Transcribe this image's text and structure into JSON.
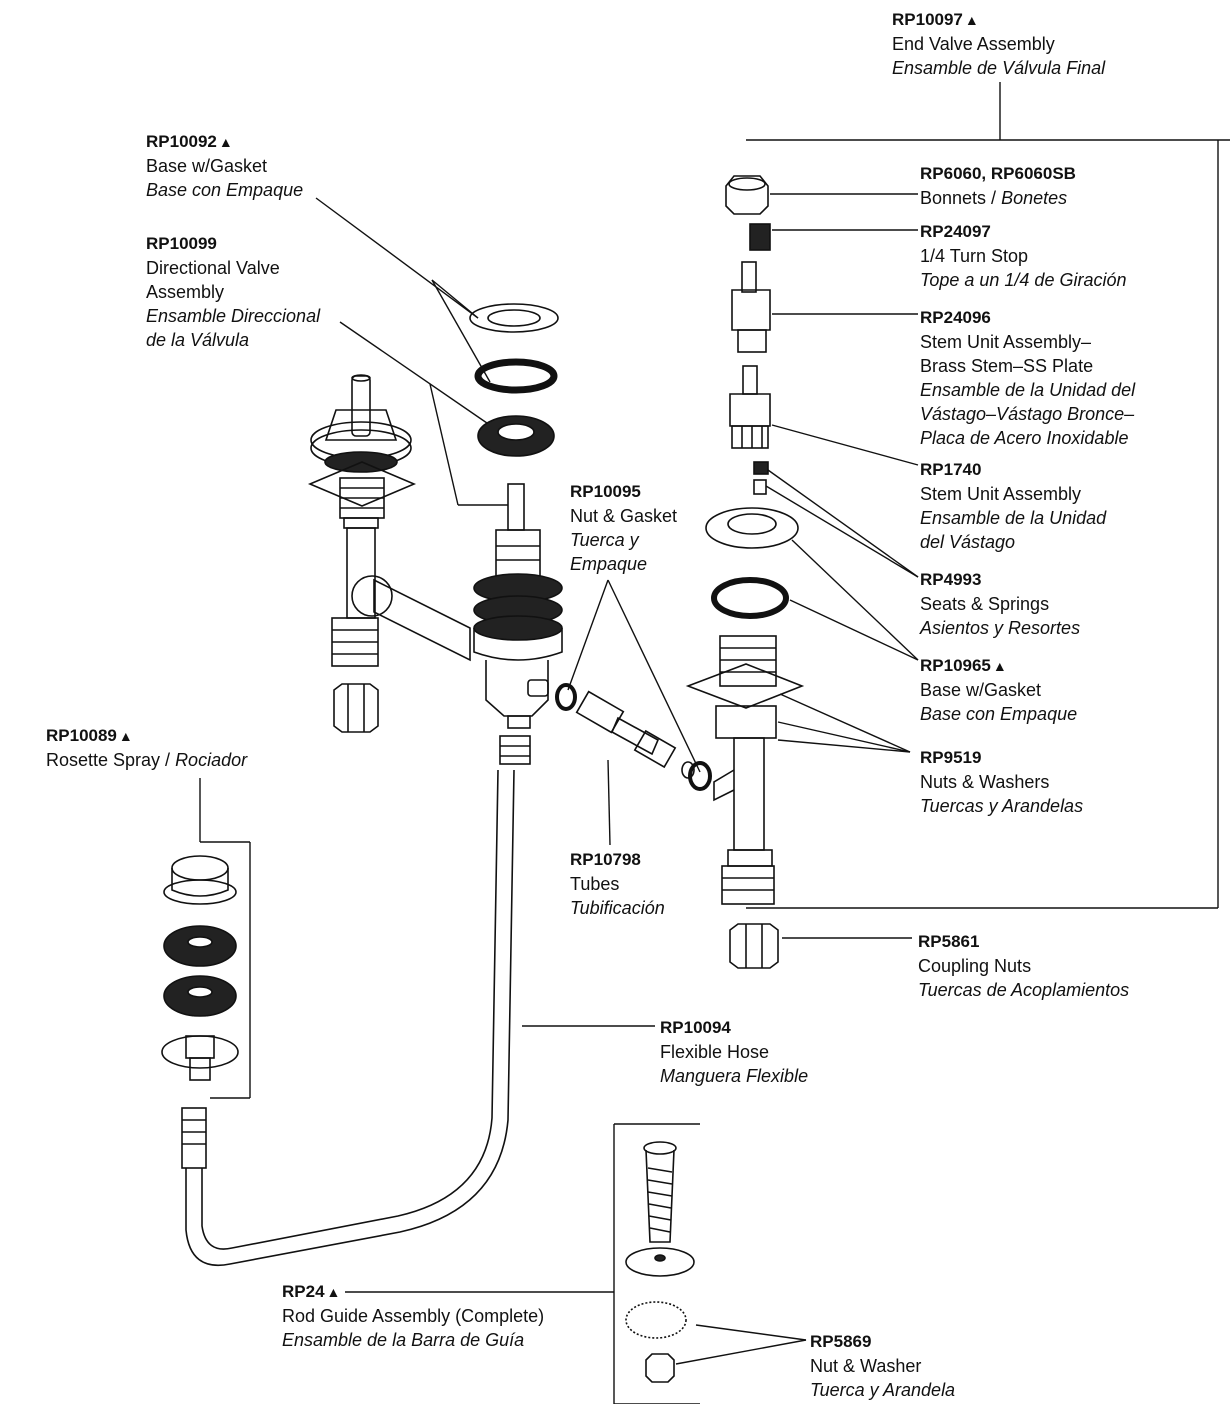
{
  "parts": {
    "end_valve": {
      "code": "RP10097",
      "mark": "▲",
      "en": "End Valve Assembly",
      "es": "Ensamble de Válvula Final"
    },
    "base_left": {
      "code": "RP10092",
      "mark": "▲",
      "en": "Base w/Gasket",
      "es": "Base con Empaque"
    },
    "directional": {
      "code": "RP10099",
      "mark": "",
      "en": "Directional Valve",
      "en2": "Assembly",
      "es": "Ensamble Direccional",
      "es2": "de la Válvula"
    },
    "bonnets": {
      "code": "RP6060, RP6060SB",
      "mark": "",
      "en": "Bonnets / ",
      "es": "Bonetes"
    },
    "turn_stop": {
      "code": "RP24097",
      "mark": "",
      "en": "1/4 Turn Stop",
      "es": "Tope a un 1/4 de Giración"
    },
    "stem_brass": {
      "code": "RP24096",
      "mark": "",
      "en": "Stem Unit Assembly–",
      "en2": "Brass Stem–SS Plate",
      "es": "Ensamble de la Unidad del",
      "es2": "Vástago–Vástago Bronce–",
      "es3": "Placa de Acero Inoxidable"
    },
    "stem_unit": {
      "code": "RP1740",
      "mark": "",
      "en": "Stem Unit Assembly",
      "es": "Ensamble de la Unidad",
      "es2": "del Vástago"
    },
    "nut_gasket": {
      "code": "RP10095",
      "mark": "",
      "en": "Nut & Gasket",
      "es": "Tuerca y",
      "es2": "Empaque"
    },
    "seats": {
      "code": "RP4993",
      "mark": "",
      "en": "Seats & Springs",
      "es": "Asientos y Resortes"
    },
    "base_right": {
      "code": "RP10965",
      "mark": "▲",
      "en": "Base w/Gasket",
      "es": "Base con Empaque"
    },
    "rosette": {
      "code": "RP10089",
      "mark": "▲",
      "en": "Rosette Spray / ",
      "es": "Rociador"
    },
    "nuts_washers": {
      "code": "RP9519",
      "mark": "",
      "en": "Nuts & Washers",
      "es": "Tuercas y Arandelas"
    },
    "tubes": {
      "code": "RP10798",
      "mark": "",
      "en": "Tubes",
      "es": "Tubificación"
    },
    "coupling": {
      "code": "RP5861",
      "mark": "",
      "en": "Coupling Nuts",
      "es": "Tuercas de Acoplamientos"
    },
    "hose": {
      "code": "RP10094",
      "mark": "",
      "en": "Flexible Hose",
      "es": "Manguera Flexible"
    },
    "rod_guide": {
      "code": "RP24",
      "mark": "▲",
      "en": "Rod Guide Assembly (Complete)",
      "es": "Ensamble de la Barra de Guía"
    },
    "nut_washer": {
      "code": "RP5869",
      "mark": "",
      "en": "Nut & Washer",
      "es": "Tuerca y Arandela"
    }
  }
}
